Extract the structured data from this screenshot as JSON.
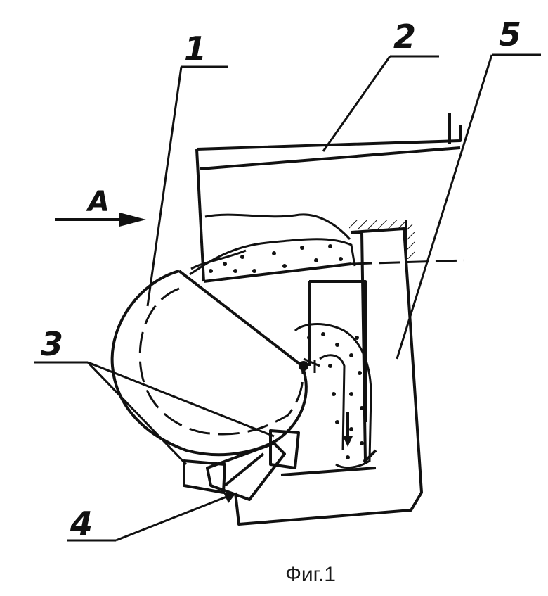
{
  "labels": {
    "part1": "1",
    "part2": "2",
    "part3": "3",
    "part4": "4",
    "part5": "5",
    "view_a": "A"
  },
  "caption": "Фиг.1",
  "colors": {
    "ink": "#111111",
    "paper": "#ffffff"
  }
}
